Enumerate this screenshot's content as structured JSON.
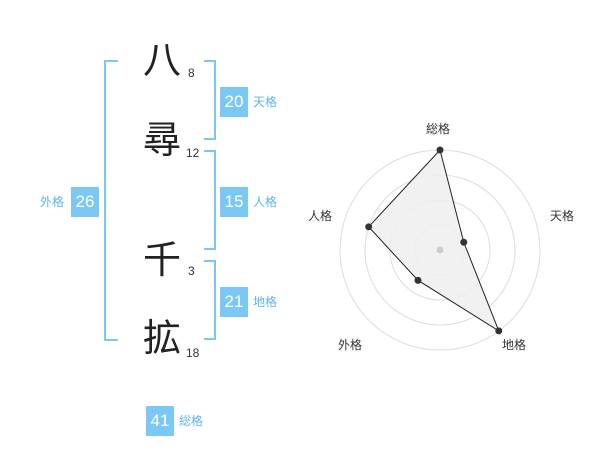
{
  "name": {
    "chars": [
      {
        "char": "八",
        "strokes": "8"
      },
      {
        "char": "尋",
        "strokes": "12"
      },
      {
        "char": "千",
        "strokes": "3"
      },
      {
        "char": "拡",
        "strokes": "18"
      }
    ]
  },
  "kaku": {
    "tenkaku": {
      "value": "20",
      "label": "天格"
    },
    "jinkaku": {
      "value": "15",
      "label": "人格"
    },
    "chikaku": {
      "value": "21",
      "label": "地格"
    },
    "gaikaku": {
      "value": "26",
      "label": "外格"
    },
    "soukaku": {
      "value": "41",
      "label": "総格"
    }
  },
  "colors": {
    "accent": "#7cc8f5",
    "label": "#5fb4ec",
    "fill": "#eeeeee"
  },
  "chart_data": {
    "type": "radar",
    "axes": [
      "総格",
      "天格",
      "地格",
      "外格",
      "人格"
    ],
    "values": [
      4,
      1,
      4,
      1.5,
      3
    ],
    "max": 4,
    "rings": 4
  }
}
